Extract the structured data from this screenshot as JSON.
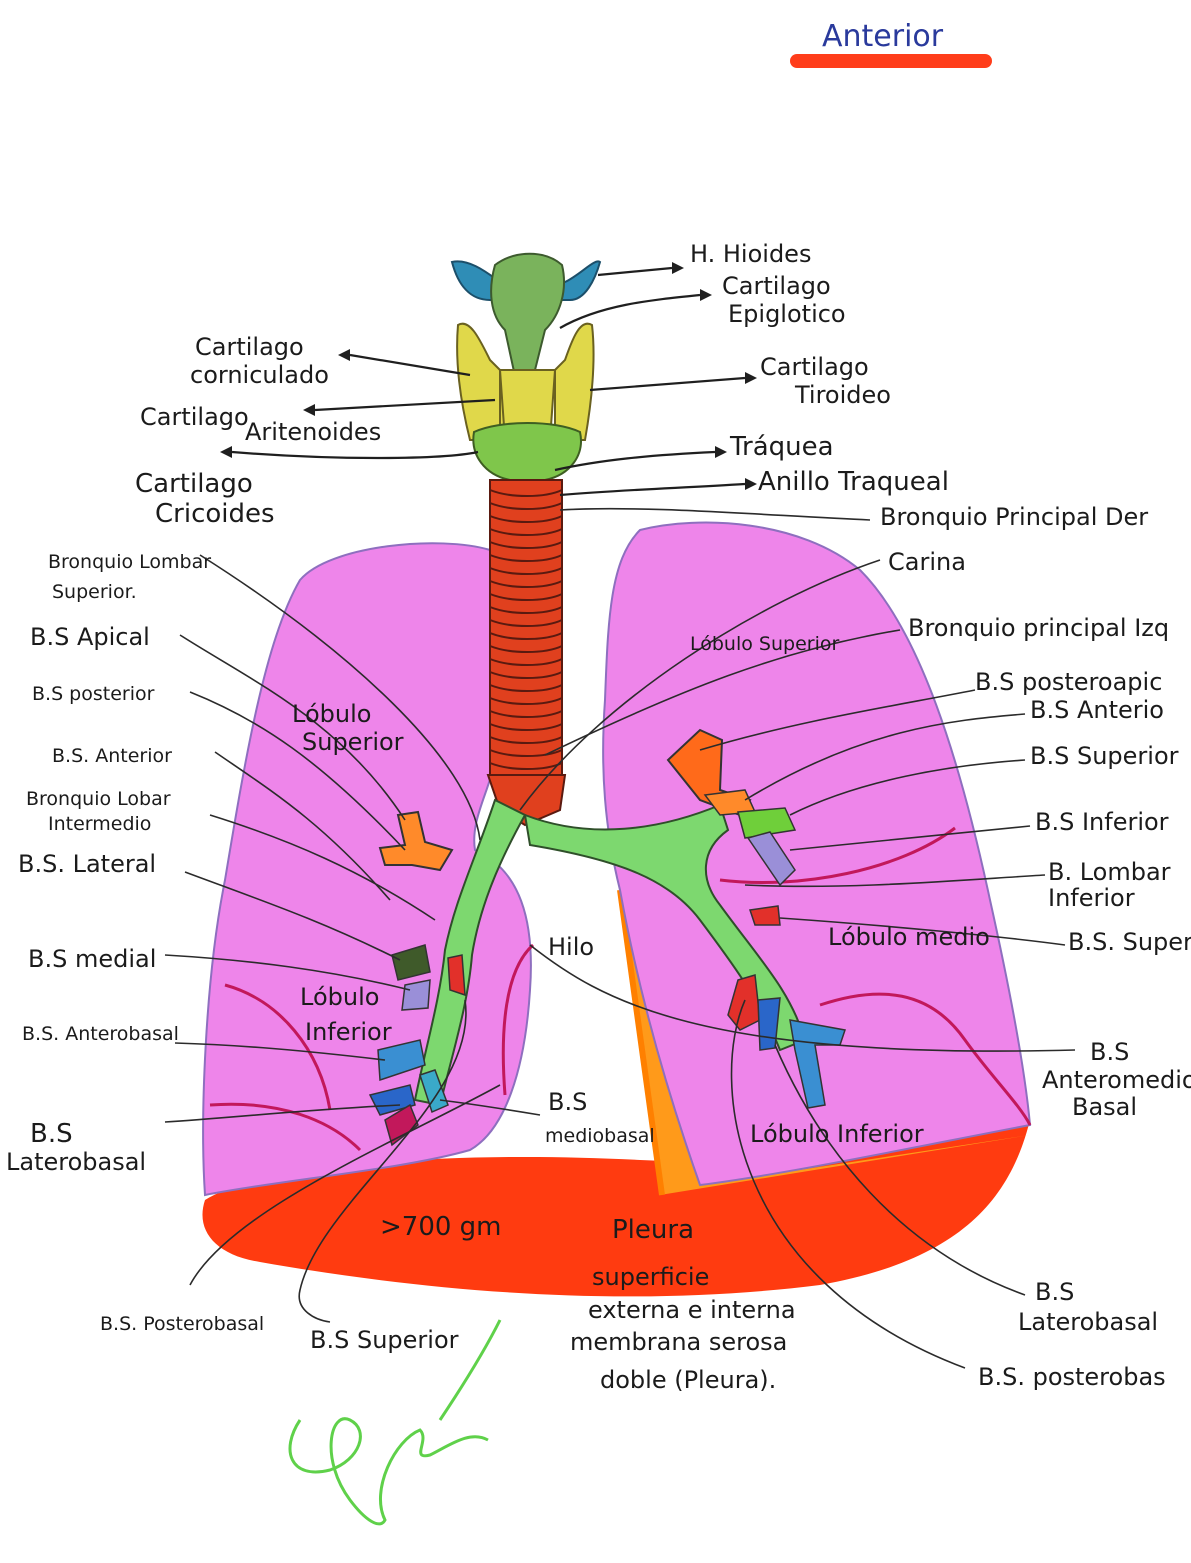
{
  "header": {
    "title": "Anterior"
  },
  "colors": {
    "lung_fill": "#ee85ea",
    "lung_outline": "#8e6fbf",
    "trachea_red": "#e0401e",
    "bronchus_green": "#7dd86f",
    "diaphragm_red": "#ff3b10",
    "pleura_orange": "#ff9a1a",
    "hyoid_blue": "#2f8db6",
    "thyroid_yellow": "#e0d84a",
    "epiglottis_green": "#7ab35c",
    "title_underline": "#ff3d1a",
    "signature_green": "#5fd14a"
  },
  "labels": {
    "hioides": "H. Hioides",
    "epiglotico_1": "Cartilago",
    "epiglotico_2": "Epiglotico",
    "corniculado_1": "Cartilago",
    "corniculado_2": "corniculado",
    "tiroideo_1": "Cartilago",
    "tiroideo_2": "Tiroideo",
    "aritenoides_1": "Cartilago",
    "aritenoides_2": "Aritenoides",
    "traquea": "Tráquea",
    "anillo_traqueal": "Anillo Traqueal",
    "cricoides_1": "Cartilago",
    "cricoides_2": "Cricoides",
    "bronquio_principal_der": "Bronquio Principal Der",
    "carina": "Carina",
    "bronquio_lombar_superior_1": "Bronquio Lombar",
    "bronquio_lombar_superior_2": "Superior.",
    "lobulo_superior_right": "Lóbulo Superior",
    "bronquio_principal_izq": "Bronquio principal Izq",
    "bs_apical": "B.S Apical",
    "bs_posteroapical": "B.S posteroapic",
    "bs_posterior": "B.S posterior",
    "lobulo_superior_left_1": "Lóbulo",
    "lobulo_superior_left_2": "Superior",
    "bs_anterior_right": "B.S Anterio",
    "bs_anterior_left": "B.S. Anterior",
    "bs_superior_right": "B.S Superior",
    "bronquio_lobar_intermedio_1": "Bronquio Lobar",
    "bronquio_lobar_intermedio_2": "Intermedio",
    "bs_inferior_right": "B.S Inferior",
    "bs_lateral": "B.S. Lateral",
    "b_lombar_inferior_1": "B. Lombar",
    "b_lombar_inferior_2": "Inferior",
    "lobulo_medio": "Lóbulo medio",
    "bs_superior_far_right": "B.S. Superi",
    "bs_medial": "B.S medial",
    "hilo": "Hilo",
    "lobulo_inferior_left_1": "Lóbulo",
    "lobulo_inferior_left_2": "Inferior",
    "bs_anterobasal": "B.S. Anterobasal",
    "bs_anteromedio_1": "B.S",
    "bs_anteromedio_2": "Anteromedio",
    "bs_anteromedio_3": "Basal",
    "bs_laterobasal_left_1": "B.S",
    "bs_laterobasal_left_2": "Laterobasal",
    "bs_mediobasal_1": "B.S",
    "bs_mediobasal_2": "mediobasal",
    "lobulo_inferior_right": "Lóbulo Inferior",
    "weight": ">700 gm",
    "pleura": "Pleura",
    "pleura_desc_1": "superficie",
    "pleura_desc_2": "externa e interna",
    "pleura_desc_3": "membrana serosa",
    "pleura_desc_4": "doble (Pleura).",
    "bs_posterobasal_left": "B.S. Posterobasal",
    "bs_superior_bottom": "B.S Superior",
    "bs_laterobasal_right_1": "B.S",
    "bs_laterobasal_right_2": "Laterobasal",
    "bs_posterobasal_right": "B.S. posterobas"
  }
}
